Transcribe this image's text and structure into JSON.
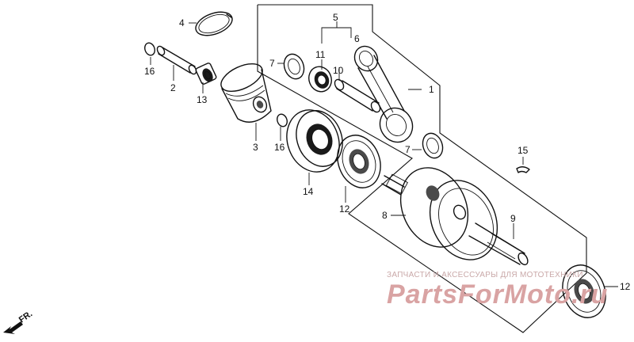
{
  "callouts": {
    "c1": "1",
    "c2": "2",
    "c3": "3",
    "c4": "4",
    "c5": "5",
    "c6": "6",
    "c7a": "7",
    "c7b": "7",
    "c8": "8",
    "c9": "9",
    "c10": "10",
    "c11": "11",
    "c12a": "12",
    "c12b": "12",
    "c13": "13",
    "c14": "14",
    "c15": "15",
    "c16a": "16",
    "c16b": "16"
  },
  "direction_label": "FR.",
  "watermark": {
    "caption": "ЗАПЧАСТИ И АКСЕССУАРЫ ДЛЯ МОТОТЕХНИКИ",
    "brand": "PartsForMoto.ru",
    "color": "#d9a3a3"
  },
  "line_color": "#111111"
}
